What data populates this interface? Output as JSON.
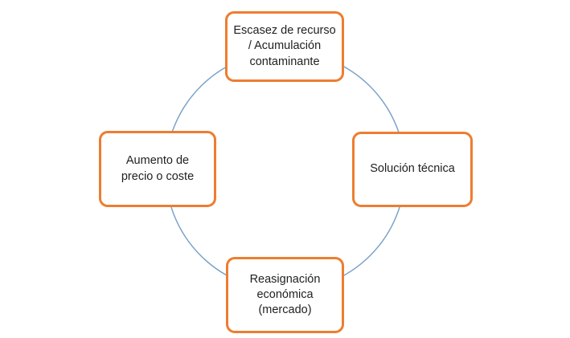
{
  "diagram": {
    "type": "cycle",
    "background_color": "#ffffff",
    "circle_color": "#7ba2c9",
    "box_border_color": "#ED7D31",
    "text_color": "#1f1f1f",
    "nodes": [
      {
        "position": "top",
        "label": "Escasez de recurso / Acumulación contaminante"
      },
      {
        "position": "right",
        "label": "Solución técnica"
      },
      {
        "position": "bottom",
        "label": "Reasignación económica (mercado)"
      },
      {
        "position": "left",
        "label": "Aumento de precio o coste"
      }
    ]
  }
}
